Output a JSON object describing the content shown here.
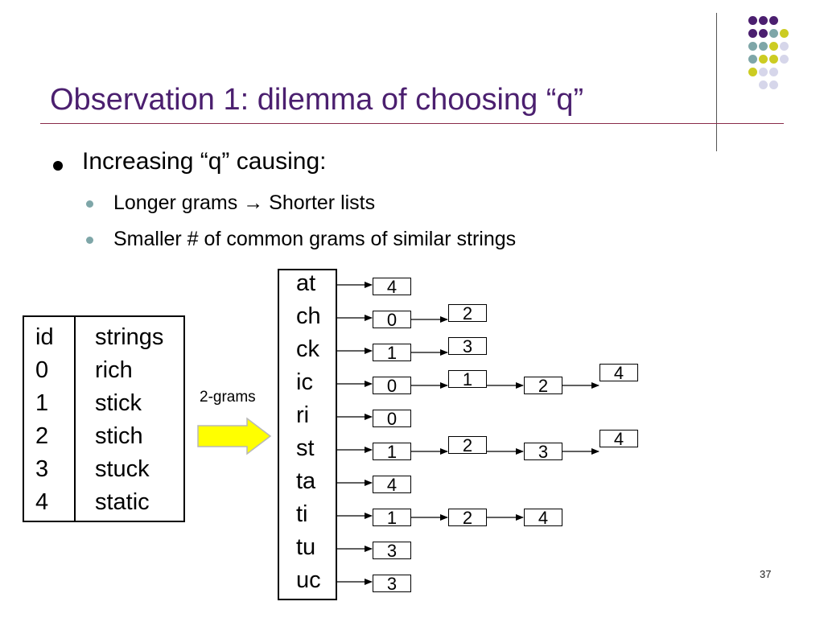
{
  "slide": {
    "title": "Observation 1: dilemma of choosing “q”",
    "page_number": "37"
  },
  "bullets": {
    "level1": "Increasing “q” causing:",
    "level2": [
      "Longer grams → Shorter lists",
      "Smaller # of common grams of similar strings"
    ]
  },
  "string_table": {
    "headers": [
      "id",
      "strings"
    ],
    "rows": [
      {
        "id": "0",
        "string": "rich"
      },
      {
        "id": "1",
        "string": "stick"
      },
      {
        "id": "2",
        "string": "stich"
      },
      {
        "id": "3",
        "string": "stuck"
      },
      {
        "id": "4",
        "string": "static"
      }
    ]
  },
  "transform_label": "2-grams",
  "inverted_lists": [
    {
      "gram": "at",
      "ids": [
        "4"
      ]
    },
    {
      "gram": "ch",
      "ids": [
        "0",
        "2"
      ]
    },
    {
      "gram": "ck",
      "ids": [
        "1",
        "3"
      ]
    },
    {
      "gram": "ic",
      "ids": [
        "0",
        "1",
        "2",
        "4"
      ]
    },
    {
      "gram": "ri",
      "ids": [
        "0"
      ]
    },
    {
      "gram": "st",
      "ids": [
        "1",
        "2",
        "3",
        "4"
      ]
    },
    {
      "gram": "ta",
      "ids": [
        "4"
      ]
    },
    {
      "gram": "ti",
      "ids": [
        "1",
        "2",
        "4"
      ]
    },
    {
      "gram": "tu",
      "ids": [
        "3"
      ]
    },
    {
      "gram": "uc",
      "ids": [
        "3"
      ]
    }
  ],
  "colors": {
    "title": "#4b1f6f",
    "arrow_fill": "#ffff00",
    "dot_purple": "#4b1f6f",
    "dot_teal": "#7ea6a8",
    "dot_yellow": "#cccc22",
    "dot_lavender": "#d6d6ea"
  }
}
